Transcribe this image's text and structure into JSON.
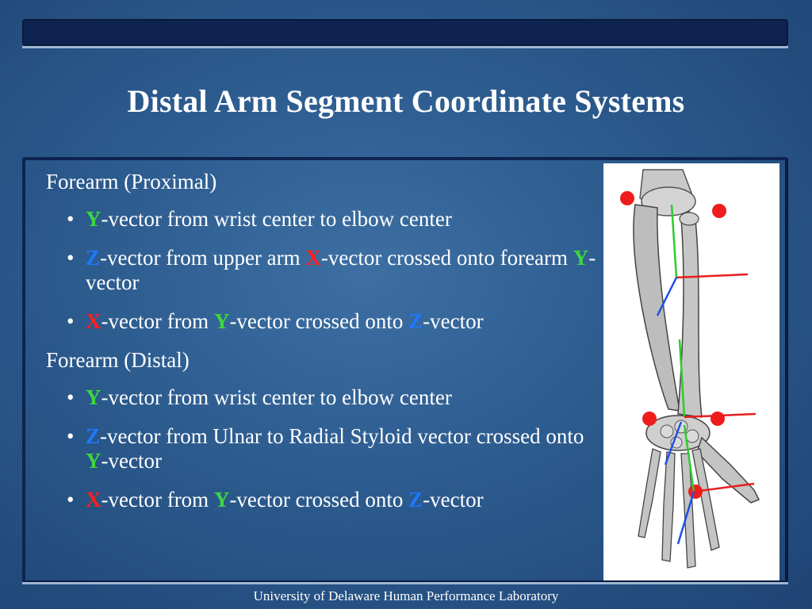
{
  "title": "Distal Arm Segment Coordinate Systems",
  "sections": [
    {
      "heading": "Forearm (Proximal)",
      "bullets": [
        {
          "parts": [
            {
              "text": "Y",
              "color": "y"
            },
            {
              "text": "-vector from wrist center to elbow center",
              "color": ""
            }
          ]
        },
        {
          "parts": [
            {
              "text": "Z",
              "color": "z"
            },
            {
              "text": "-vector from upper arm ",
              "color": ""
            },
            {
              "text": "X",
              "color": "x"
            },
            {
              "text": "-vector crossed onto forearm ",
              "color": ""
            },
            {
              "text": "Y",
              "color": "y"
            },
            {
              "text": "-vector",
              "color": ""
            }
          ]
        },
        {
          "parts": [
            {
              "text": "X",
              "color": "x"
            },
            {
              "text": "-vector from ",
              "color": ""
            },
            {
              "text": "Y",
              "color": "y"
            },
            {
              "text": "-vector crossed onto ",
              "color": ""
            },
            {
              "text": "Z",
              "color": "z"
            },
            {
              "text": "-vector",
              "color": ""
            }
          ]
        }
      ]
    },
    {
      "heading": "Forearm (Distal)",
      "bullets": [
        {
          "parts": [
            {
              "text": "Y",
              "color": "y"
            },
            {
              "text": "-vector from wrist center to elbow center",
              "color": ""
            }
          ]
        },
        {
          "parts": [
            {
              "text": "Z",
              "color": "z"
            },
            {
              "text": "-vector from Ulnar to Radial Styloid vector crossed onto ",
              "color": ""
            },
            {
              "text": "Y",
              "color": "y"
            },
            {
              "text": "-vector",
              "color": ""
            }
          ]
        },
        {
          "parts": [
            {
              "text": "X",
              "color": "x"
            },
            {
              "text": "-vector from ",
              "color": ""
            },
            {
              "text": "Y",
              "color": "y"
            },
            {
              "text": "-vector crossed onto ",
              "color": ""
            },
            {
              "text": "Z",
              "color": "z"
            },
            {
              "text": "-vector",
              "color": ""
            }
          ]
        }
      ]
    }
  ],
  "bullet_char": "•",
  "footer": "University of Delaware Human Performance Laboratory",
  "colors": {
    "y_vector": "#3ed83e",
    "z_vector": "#1e78ff",
    "x_vector": "#ff1e1e",
    "title_text": "#ffffff",
    "frame": "#0e2350"
  },
  "illustration": "forearm-skeleton-with-coordinate-axes"
}
